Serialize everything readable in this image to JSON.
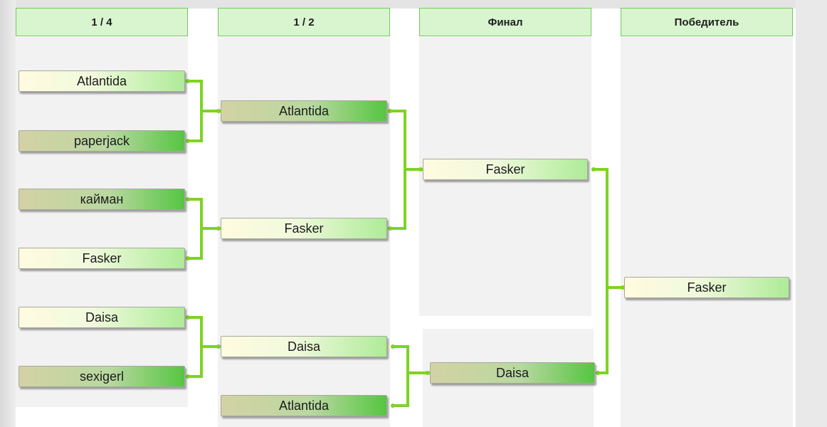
{
  "rounds": [
    {
      "label": "1 / 4"
    },
    {
      "label": "1 / 2"
    },
    {
      "label": "Финал"
    },
    {
      "label": "Победитель"
    }
  ],
  "matches": {
    "r1": [
      "Atlantida",
      "paperjack",
      "кайман",
      "Fasker",
      "Daisa",
      "sexigerl"
    ],
    "r2": [
      "Atlantida",
      "Fasker",
      "Daisa",
      "Atlantida"
    ],
    "r3": [
      "Fasker",
      "Daisa"
    ],
    "r4": [
      "Fasker"
    ]
  },
  "colors": {
    "connector": "#7ed321",
    "header_fill": "#d8f5cf",
    "header_border": "#74c85a"
  }
}
